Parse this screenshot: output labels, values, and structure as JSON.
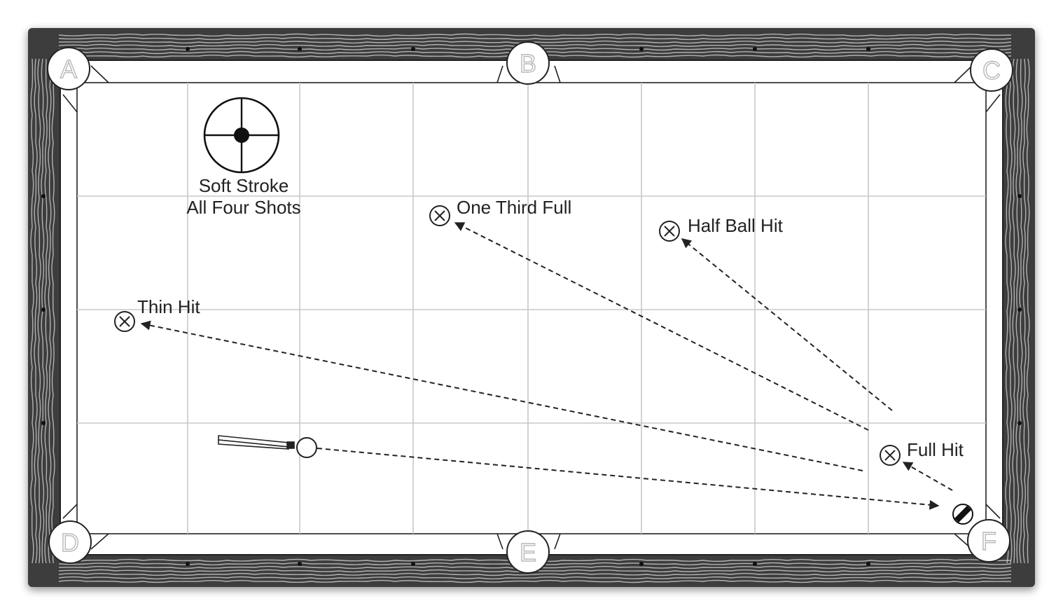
{
  "colors": {
    "rail_wood": "#3c3c3c",
    "rail_grain": "#cfcfcf",
    "cloth": "#ffffff",
    "grid": "#c8c8c8",
    "ink": "#222222",
    "frame_shadow": "#9a9a9a"
  },
  "pockets": {
    "a": "A",
    "b": "B",
    "c": "C",
    "d": "D",
    "e": "E",
    "f": "F"
  },
  "legend": {
    "line1": "Soft Stroke",
    "line2": "All Four Shots",
    "icon": "cue-ball-center-hit-icon"
  },
  "targets": {
    "one_third_full": "One Third Full",
    "half_ball_hit": "Half Ball Hit",
    "thin_hit": "Thin Hit",
    "full_hit": "Full Hit",
    "marker_icon": "x-circle-icon"
  },
  "object_ball_icon": "striped-ball-icon",
  "cue_ball_icon": "cue-ball-icon",
  "cue_stick_icon": "cue-stick-icon"
}
